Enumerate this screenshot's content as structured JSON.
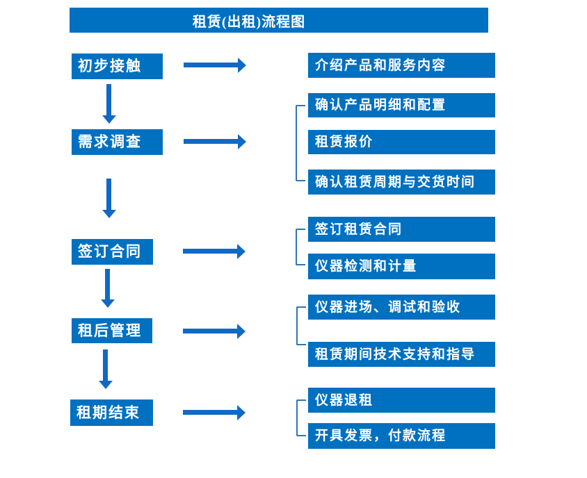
{
  "title": "租赁(出租)流程图",
  "stages": [
    {
      "label": "初步接触",
      "outputs": [
        "介绍产品和服务内容"
      ]
    },
    {
      "label": "需求调查",
      "outputs": [
        "确认产品明细和配置",
        "租赁报价",
        "确认租赁周期与交货时间"
      ]
    },
    {
      "label": "签订合同",
      "outputs": [
        "签订租赁合同",
        "仪器检测和计量"
      ]
    },
    {
      "label": "租后管理",
      "outputs": [
        "仪器进场、调试和验收",
        "租赁期间技术支持和指导"
      ]
    },
    {
      "label": "租期结束",
      "outputs": [
        "仪器退租",
        "开具发票，付款流程"
      ]
    }
  ],
  "colors": {
    "box_fill": "#0070C0",
    "arrow": "#1169C4",
    "bracket": "#2E75B6",
    "text": "#FFFFFF",
    "background": "#FFFFFF"
  }
}
